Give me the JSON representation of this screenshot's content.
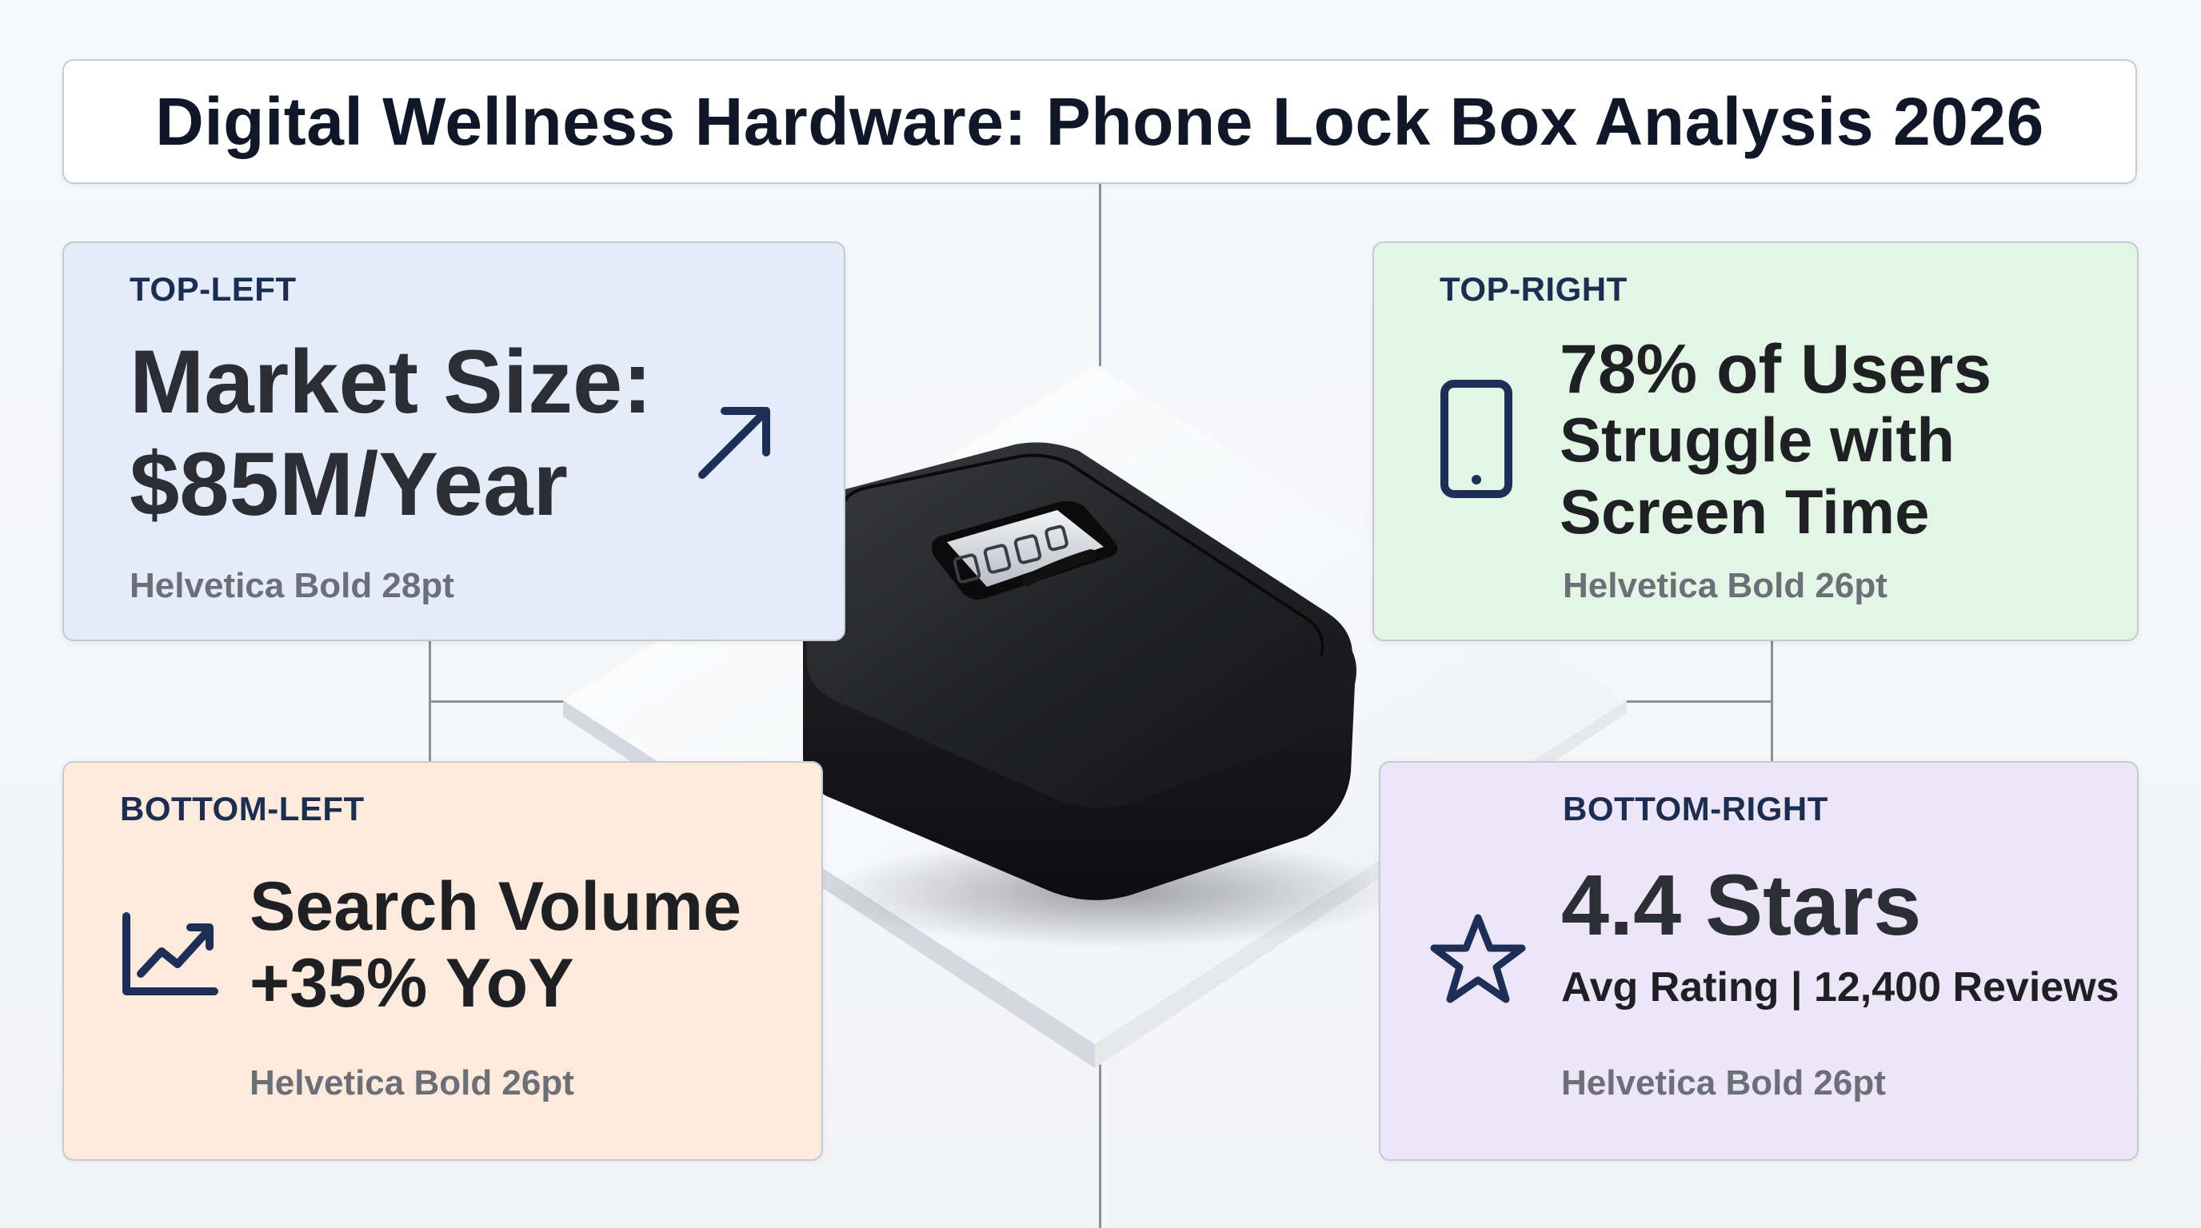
{
  "title": "Digital Wellness Hardware: Phone Lock Box Analysis 2026",
  "cards": {
    "top_left": {
      "tag": "TOP-LEFT",
      "headline_line1": "Market Size:",
      "headline_line2": "$85M/Year",
      "font_note": "Helvetica Bold 28pt",
      "icon": "arrow-up-right-icon"
    },
    "top_right": {
      "tag": "TOP-RIGHT",
      "headline_line1": "78% of Users",
      "headline_line2": "Struggle with",
      "headline_line3": "Screen Time",
      "font_note": "Helvetica Bold 26pt",
      "icon": "smartphone-icon"
    },
    "bottom_left": {
      "tag": "BOTTOM-LEFT",
      "headline_line1": "Search Volume",
      "headline_line2": "+35% YoY",
      "font_note": "Helvetica Bold 26pt",
      "icon": "trend-chart-icon"
    },
    "bottom_right": {
      "tag": "BOTTOM-RIGHT",
      "headline": "4.4 Stars",
      "subline": "Avg Rating | 12,400 Reviews",
      "font_note": "Helvetica Bold 26pt",
      "icon": "star-icon"
    }
  },
  "colors": {
    "title_text": "#0f1729",
    "tag_text": "#1b2e52",
    "icon_navy": "#1d2f57",
    "card_top_left": "#e4ecfa",
    "card_top_right": "#e3f6e6",
    "card_bottom_left": "#fcebdc",
    "card_bottom_right": "#ede6f8"
  },
  "product": {
    "name": "phone-lock-box-image",
    "icon": "combination-lock-box"
  }
}
